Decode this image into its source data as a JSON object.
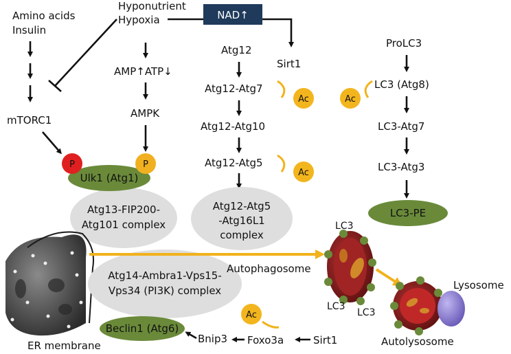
{
  "colors": {
    "nad_box": "#1f3a5b",
    "green_oval": "#6a8a3a",
    "grey_oval": "#dedede",
    "phospho_red": "#e02020",
    "phospho_orange": "#f0b020",
    "acetyl": "#f3b51e",
    "autophagosome": "#8b1a1a",
    "lysosome": "#8a7ad0",
    "flow_arrow": "#f2b21c"
  },
  "nodes": {
    "amino_acids": "Amino acids",
    "insulin": "Insulin",
    "hyponutrient": "Hyponutrient",
    "hypoxia": "Hypoxia",
    "nad": "NAD↑",
    "mtorc1": "mTORC1",
    "amp_atp": "AMP↑ATP↓",
    "ampk": "AMPK",
    "atg12": "Atg12",
    "atg12_atg7": "Atg12-Atg7",
    "atg12_atg10": "Atg12-Atg10",
    "atg12_atg5": "Atg12-Atg5",
    "sirt1_top": "Sirt1",
    "prolc3": "ProLC3",
    "lc3_atg8": "LC3 (Atg8)",
    "lc3_atg7": "LC3-Atg7",
    "lc3_atg3": "LC3-Atg3",
    "lc3_pe": "LC3-PE",
    "ulk1": "Ulk1 (Atg1)",
    "atg13_line1": "Atg13-FIP200-",
    "atg13_line2": "Atg101 complex",
    "atg16_line1": "Atg12-Atg5",
    "atg16_line2": "-Atg16L1",
    "atg16_line3": "complex",
    "atg14_line1": "Atg14-Ambra1-Vps15-",
    "atg14_line2": "Vps34 (PI3K) complex",
    "beclin1": "Beclin1 (Atg6)",
    "bnip3": "Bnip3",
    "foxo3a": "Foxo3a",
    "sirt1_bottom": "Sirt1",
    "autophagosome": "Autophagosome",
    "autolysosome": "Autolysosome",
    "lysosome": "Lysosome",
    "er_membrane": "ER membrane",
    "lc3_label_top": "LC3",
    "lc3_label_left": "LC3",
    "lc3_label_right": "LC3"
  },
  "badges": {
    "phospho": "P",
    "acetyl": "Ac"
  }
}
